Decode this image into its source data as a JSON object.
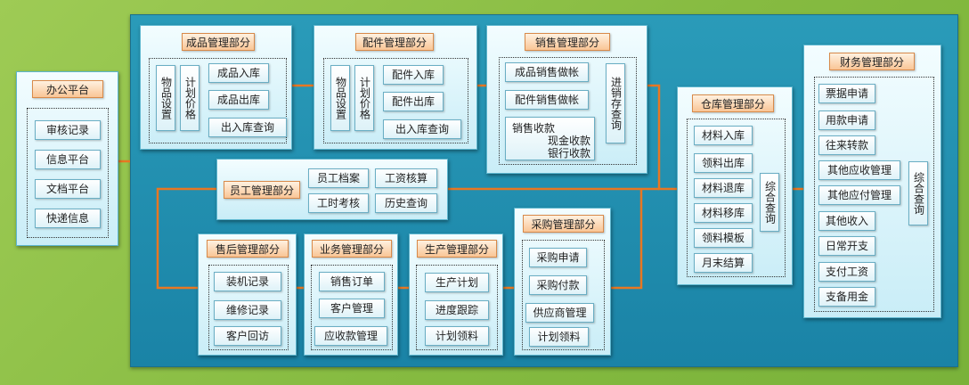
{
  "office": {
    "title": "办公平台",
    "items": [
      "审核记录",
      "信息平台",
      "文档平台",
      "快递信息"
    ]
  },
  "product": {
    "title": "成品管理部分",
    "v1": "物品设置",
    "v2": "计划价格",
    "items": [
      "成品入库",
      "成品出库",
      "出入库查询"
    ]
  },
  "parts": {
    "title": "配件管理部分",
    "v1": "物品设置",
    "v2": "计划价格",
    "items": [
      "配件入库",
      "配件出库",
      "出入库查询"
    ]
  },
  "sales": {
    "title": "销售管理部分",
    "items": [
      "成品销售做帐",
      "配件销售做帐"
    ],
    "receipt_title": "销售收款",
    "receipt_lines": [
      "现金收款",
      "银行收款"
    ],
    "side": "进销存查询"
  },
  "staff": {
    "title": "员工管理部分",
    "items": [
      "员工档案",
      "工资核算",
      "工时考核",
      "历史查询"
    ]
  },
  "after_sales": {
    "title": "售后管理部分",
    "items": [
      "装机记录",
      "维修记录",
      "客户回访"
    ]
  },
  "business": {
    "title": "业务管理部分",
    "items": [
      "销售订单",
      "客户管理",
      "应收款管理"
    ]
  },
  "production": {
    "title": "生产管理部分",
    "items": [
      "生产计划",
      "进度跟踪",
      "计划领料"
    ]
  },
  "purchase": {
    "title": "采购管理部分",
    "items": [
      "采购申请",
      "采购付款",
      "供应商管理",
      "计划领料"
    ]
  },
  "warehouse": {
    "title": "仓库管理部分",
    "items": [
      "材料入库",
      "领料出库",
      "材料退库",
      "材料移库",
      "领料模板",
      "月末结算"
    ],
    "side": "综合查询"
  },
  "finance": {
    "title": "财务管理部分",
    "items": [
      "票据申请",
      "用款申请",
      "往来转款",
      "其他应收管理",
      "其他应付管理",
      "其他收入",
      "日常开支",
      "支付工资",
      "支备用金"
    ],
    "side": "综合查询"
  },
  "colors": {
    "background": "#86bb41",
    "main_panel": "#1f8fb0",
    "title_fill": "#f9c596",
    "connector": "#e87722"
  }
}
